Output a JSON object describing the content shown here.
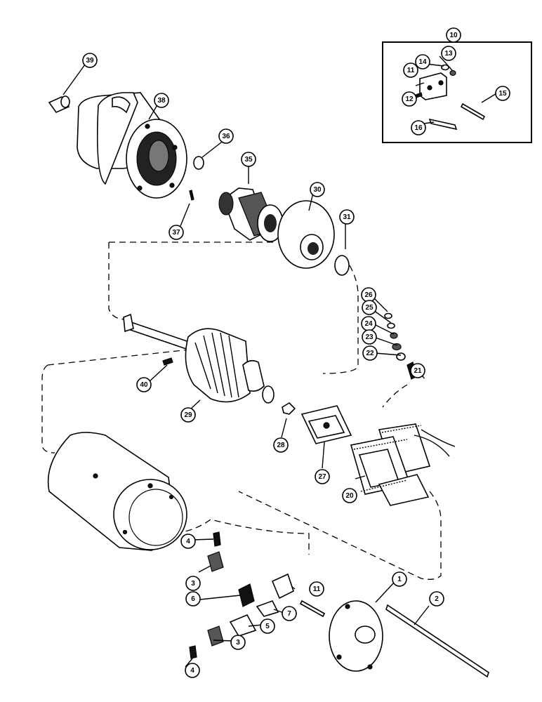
{
  "callouts": {
    "c1": "1",
    "c2": "2",
    "c3a": "3",
    "c3b": "3",
    "c4a": "4",
    "c4b": "4",
    "c5": "5",
    "c6": "6",
    "c7": "7",
    "c10": "10",
    "c11a": "11",
    "c11b": "11",
    "c12": "12",
    "c13": "13",
    "c14": "14",
    "c15": "15",
    "c16": "16",
    "c20": "20",
    "c21": "21",
    "c22": "22",
    "c23": "23",
    "c24": "24",
    "c25": "25",
    "c26": "26",
    "c27": "27",
    "c28": "28",
    "c29": "29",
    "c30": "30",
    "c31": "31",
    "c35": "35",
    "c36": "36",
    "c37": "37",
    "c38": "38",
    "c39": "39",
    "c40": "40"
  }
}
